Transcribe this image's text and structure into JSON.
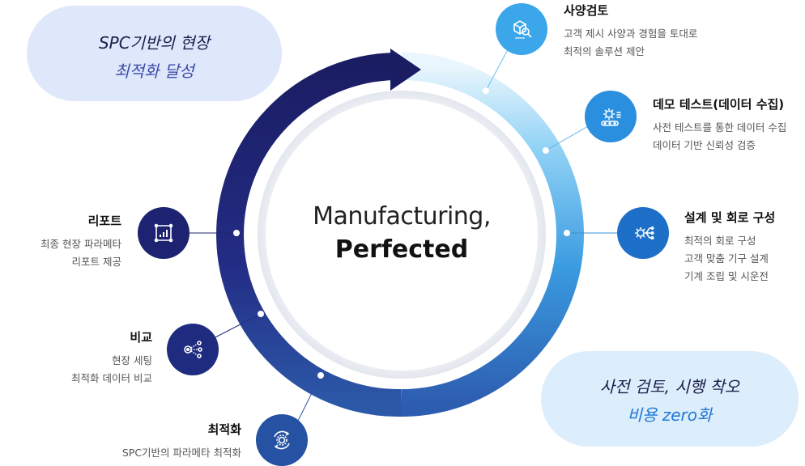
{
  "center": {
    "line1": "Manufacturing,",
    "line2": "Perfected"
  },
  "bubbles": {
    "left": {
      "line1": "SPC기반의 현장",
      "line2": "최적화 달성"
    },
    "right": {
      "line1": "사전 검토, 시행 착오",
      "line2": "비용 zero화"
    }
  },
  "steps": [
    {
      "title": "사양검토",
      "desc": [
        "고객 제시 사양과 경험을 토대로",
        "최적의 솔루션 제안"
      ],
      "icon": "box-magnifier-icon"
    },
    {
      "title": "데모 테스트(데이터 수집)",
      "desc": [
        "사전 테스트를 통한 데이터 수집",
        "데이터 기반 신뢰성 검증"
      ],
      "icon": "conveyor-gear-icon"
    },
    {
      "title": "설계 및 회로 구성",
      "desc": [
        "최적의 회로 구성",
        "고객 맞춤 기구 설계",
        "기계 조립 및 시운전"
      ],
      "icon": "circuit-gear-icon"
    },
    {
      "title": "리포트",
      "desc": [
        "최종 현장 파라메타",
        "리포트 제공"
      ],
      "icon": "bar-chart-icon"
    },
    {
      "title": "비교",
      "desc": [
        "현장 세팅",
        "최적화 데이터 비교"
      ],
      "icon": "compare-nodes-icon"
    },
    {
      "title": "최적화",
      "desc": [
        "SPC기반의 파라메타 최적화"
      ],
      "icon": "cycle-gear-icon"
    }
  ],
  "colors": {
    "dark_navy": "#1e2470",
    "light_blue": "#4fb2ec",
    "bubble_left": "#dfe7fb",
    "bubble_right": "#dcedfb"
  }
}
